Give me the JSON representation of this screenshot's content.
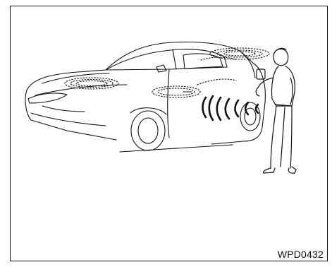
{
  "figure": {
    "code": "WPD0432",
    "colors": {
      "line": "#111111",
      "background": "#ffffff"
    },
    "icons": [
      "car-illustration",
      "person-with-key-illustration",
      "signal-waves-icon"
    ]
  }
}
